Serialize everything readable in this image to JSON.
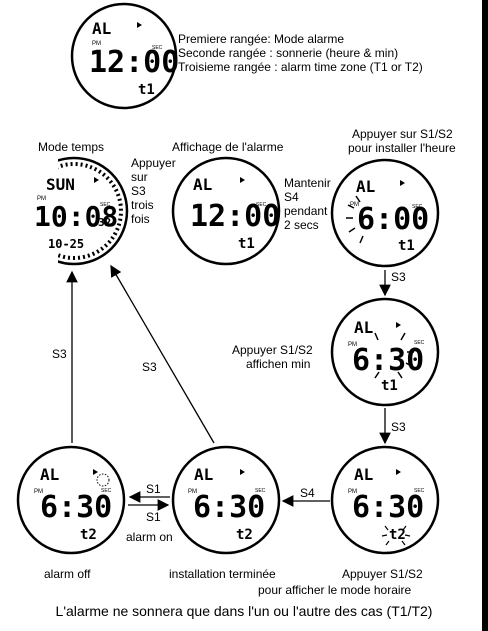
{
  "legend": {
    "line1": "Premiere rangée: Mode alarme",
    "line2": "Seconde rangée : sonnerie (heure & min)",
    "line3": "Troisieme rangée : alarm time zone (T1 or T2)"
  },
  "labels": {
    "mode_temps": "Mode temps",
    "appuyer_s3": [
      "Appuyer",
      "sur",
      "S3",
      "trois",
      "fois"
    ],
    "affichage_alarme": "Affichage de l'alarme",
    "maintenir_s4": [
      "Mantenir",
      "S4",
      "pendant",
      "2 secs"
    ],
    "appuyer_heure": [
      "Appuyer sur  S1/S2",
      "pour installer l'heure"
    ],
    "appuyer_min": [
      "Appuyer S1/S2",
      "affichen min"
    ],
    "alarm_off": "alarm off",
    "installation": "installation terminée",
    "appuyer_horaire": "Appuyer S1/S2",
    "pour_afficher": "pour afficher le mode horaire",
    "alarm_on": "alarm on"
  },
  "arrows": {
    "s3_down_1": "S3",
    "s3_down_2": "S3",
    "s4_left": "S4",
    "s1_left": "S1",
    "s1_right": "S1",
    "s3_up_left": "S3",
    "s3_up_diag": "S3"
  },
  "watches": {
    "top": {
      "r1": "AL",
      "r2": "12:00",
      "r3": "t1",
      "pm": "PM",
      "sec": "SEC"
    },
    "time": {
      "r1": "SUN",
      "r2": "10:08",
      "sec_val": "32",
      "r3": "10-25",
      "pm": "PM",
      "sec": "SEC"
    },
    "alarm": {
      "r1": "AL",
      "r2": "12:00",
      "r3": "t1",
      "sec": "SEC"
    },
    "hour": {
      "r1": "AL",
      "r2": "6:00",
      "r3": "t1",
      "pm": "PM",
      "sec": "SEC"
    },
    "min": {
      "r1": "AL",
      "r2": "6:30",
      "r3": "t1",
      "pm": "PM",
      "sec": "SEC"
    },
    "zone": {
      "r1": "AL",
      "r2": "6:30",
      "r3": "t2",
      "pm": "PM",
      "sec": "SEC"
    },
    "done": {
      "r1": "AL",
      "r2": "6:30",
      "r3": "t2",
      "pm": "PM",
      "sec": "SEC"
    },
    "off": {
      "r1": "AL",
      "r2": "6:30",
      "r3": "t2",
      "pm": "PM",
      "sec": "SEC"
    }
  },
  "footer": "L'alarme ne sonnera que dans l'un ou l'autre des cas  (T1/T2)"
}
